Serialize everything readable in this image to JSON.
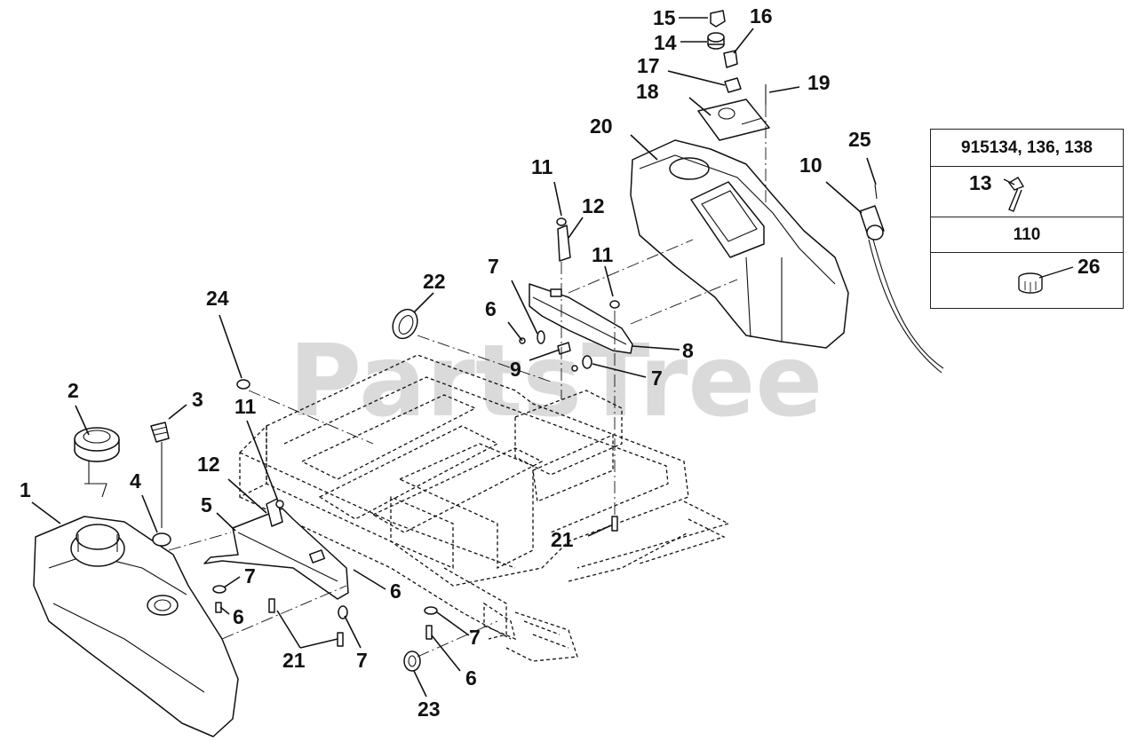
{
  "watermark": "PartsTree",
  "callouts": {
    "c1": "1",
    "c2": "2",
    "c3": "3",
    "c4": "4",
    "c5": "5",
    "c6a": "6",
    "c6b": "6",
    "c6c": "6",
    "c6d": "6",
    "c7a": "7",
    "c7b": "7",
    "c7c": "7",
    "c7d": "7",
    "c7e": "7",
    "c8": "8",
    "c9": "9",
    "c10": "10",
    "c11a": "11",
    "c11b": "11",
    "c11c": "11",
    "c12a": "12",
    "c12b": "12",
    "c14": "14",
    "c15": "15",
    "c16": "16",
    "c17": "17",
    "c18": "18",
    "c19": "19",
    "c20": "20",
    "c21a": "21",
    "c21b": "21",
    "c22": "22",
    "c23": "23",
    "c24": "24",
    "c25": "25"
  },
  "variant_table": {
    "header_1": "915134, 136, 138",
    "part_1": "13",
    "header_2": "110",
    "part_2": "26"
  }
}
